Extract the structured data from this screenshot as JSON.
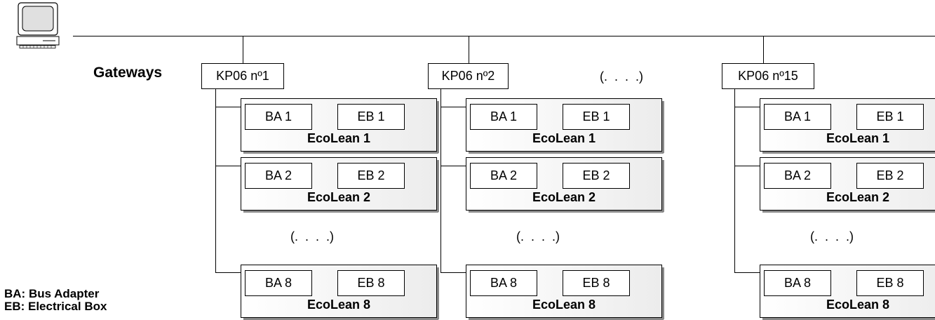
{
  "diagram": {
    "gateways_label": "Gateways",
    "gateways": [
      {
        "name": "KP06 nº1",
        "units": [
          {
            "ba": "BA 1",
            "eb": "EB 1",
            "name": "EcoLean 1"
          },
          {
            "ba": "BA 2",
            "eb": "EB 2",
            "name": "EcoLean 2"
          },
          {
            "ba": "BA 8",
            "eb": "EB 8",
            "name": "EcoLean 8"
          }
        ],
        "units_ellipsis": "(.  .  .  .)"
      },
      {
        "name": "KP06 nº2",
        "units": [
          {
            "ba": "BA 1",
            "eb": "EB 1",
            "name": "EcoLean 1"
          },
          {
            "ba": "BA 2",
            "eb": "EB 2",
            "name": "EcoLean 2"
          },
          {
            "ba": "BA 8",
            "eb": "EB 8",
            "name": "EcoLean 8"
          }
        ],
        "units_ellipsis": "(.  .  .  .)"
      },
      {
        "name": "KP06 nº15",
        "units": [
          {
            "ba": "BA 1",
            "eb": "EB 1",
            "name": "EcoLean 1"
          },
          {
            "ba": "BA 2",
            "eb": "EB 2",
            "name": "EcoLean 2"
          },
          {
            "ba": "BA 8",
            "eb": "EB 8",
            "name": "EcoLean 8"
          }
        ],
        "units_ellipsis": "(.  .  .  .)"
      }
    ],
    "gateways_ellipsis": "(.  .  .  .)",
    "legend": {
      "ba": "BA: Bus Adapter",
      "eb": "EB: Electrical Box"
    }
  }
}
